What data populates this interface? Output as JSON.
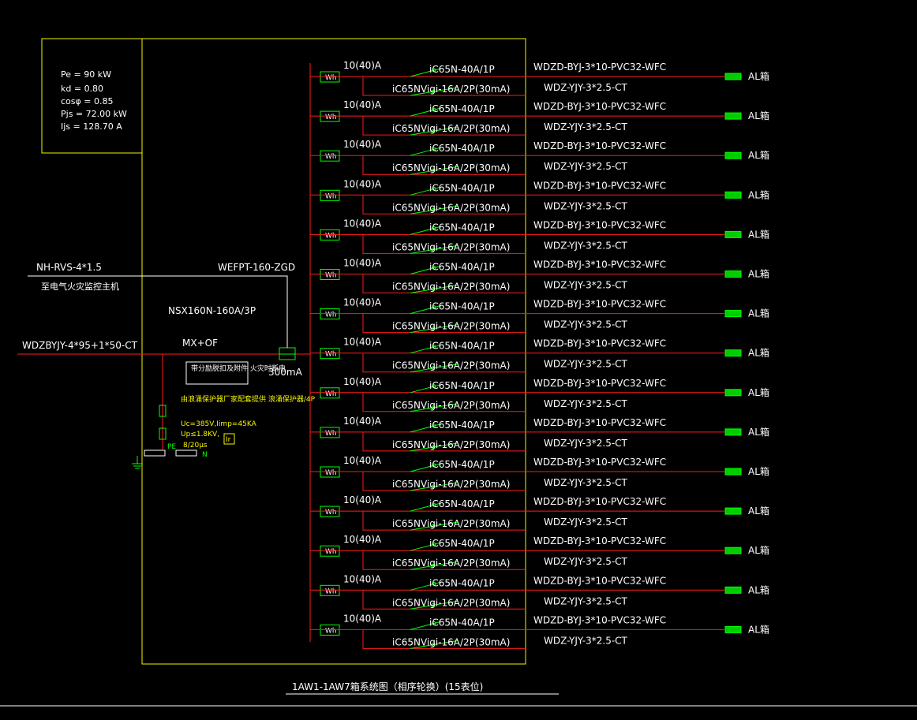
{
  "summary": {
    "pe": "Pe = 90 kW",
    "kd": "kd = 0.80",
    "cosphi": "cosφ = 0.85",
    "pjs": "Pjs = 72.00 kW",
    "ijs": "Ijs = 128.70 A"
  },
  "incoming": {
    "cable": "WDZBYJY-4*95+1*50-CT",
    "shunt_trip": "MX+OF",
    "main_breaker": "NSX160N-160A/3P",
    "leakage": "300mA",
    "fire_cable": "NH-RVS-4*1.5",
    "fire_note": "至电气火灾监控主机",
    "fire_module": "WEFPT-160-ZGD",
    "fire_cut_note": "带分励脱扣及附件 火灾时断电",
    "spd_title": "由浪涌保护器厂家配套提供 浪涌保护器/4P",
    "spd_uc": "Uc=385V,Iimp=45KA",
    "spd_up": "Up≤1.8KV,",
    "spd_wave": "8/20μs",
    "pe_label": "PE",
    "n_label": "N",
    "ir_mark": "Ir"
  },
  "circuits": [
    {
      "meter": "10(40)A",
      "meter_icon": "Wh",
      "breaker1": "iC65N-40A/1P",
      "breaker2": "iC65NVigi-16A/2P(30mA)",
      "cable1": "WDZD-BYJ-3*10-PVC32-WFC",
      "cable2": "WDZ-YJY-3*2.5-CT",
      "dest": "AL箱"
    },
    {
      "meter": "10(40)A",
      "meter_icon": "Wh",
      "breaker1": "iC65N-40A/1P",
      "breaker2": "iC65NVigi-16A/2P(30mA)",
      "cable1": "WDZD-BYJ-3*10-PVC32-WFC",
      "cable2": "WDZ-YJY-3*2.5-CT",
      "dest": "AL箱"
    },
    {
      "meter": "10(40)A",
      "meter_icon": "Wh",
      "breaker1": "iC65N-40A/1P",
      "breaker2": "iC65NVigi-16A/2P(30mA)",
      "cable1": "WDZD-BYJ-3*10-PVC32-WFC",
      "cable2": "WDZ-YJY-3*2.5-CT",
      "dest": "AL箱"
    },
    {
      "meter": "10(40)A",
      "meter_icon": "Wh",
      "breaker1": "iC65N-40A/1P",
      "breaker2": "iC65NVigi-16A/2P(30mA)",
      "cable1": "WDZD-BYJ-3*10-PVC32-WFC",
      "cable2": "WDZ-YJY-3*2.5-CT",
      "dest": "AL箱"
    },
    {
      "meter": "10(40)A",
      "meter_icon": "Wh",
      "breaker1": "iC65N-40A/1P",
      "breaker2": "iC65NVigi-16A/2P(30mA)",
      "cable1": "WDZD-BYJ-3*10-PVC32-WFC",
      "cable2": "WDZ-YJY-3*2.5-CT",
      "dest": "AL箱"
    },
    {
      "meter": "10(40)A",
      "meter_icon": "Wh",
      "breaker1": "iC65N-40A/1P",
      "breaker2": "iC65NVigi-16A/2P(30mA)",
      "cable1": "WDZD-BYJ-3*10-PVC32-WFC",
      "cable2": "WDZ-YJY-3*2.5-CT",
      "dest": "AL箱"
    },
    {
      "meter": "10(40)A",
      "meter_icon": "Wh",
      "breaker1": "iC65N-40A/1P",
      "breaker2": "iC65NVigi-16A/2P(30mA)",
      "cable1": "WDZD-BYJ-3*10-PVC32-WFC",
      "cable2": "WDZ-YJY-3*2.5-CT",
      "dest": "AL箱"
    },
    {
      "meter": "10(40)A",
      "meter_icon": "Wh",
      "breaker1": "iC65N-40A/1P",
      "breaker2": "iC65NVigi-16A/2P(30mA)",
      "cable1": "WDZD-BYJ-3*10-PVC32-WFC",
      "cable2": "WDZ-YJY-3*2.5-CT",
      "dest": "AL箱"
    },
    {
      "meter": "10(40)A",
      "meter_icon": "Wh",
      "breaker1": "iC65N-40A/1P",
      "breaker2": "iC65NVigi-16A/2P(30mA)",
      "cable1": "WDZD-BYJ-3*10-PVC32-WFC",
      "cable2": "WDZ-YJY-3*2.5-CT",
      "dest": "AL箱"
    },
    {
      "meter": "10(40)A",
      "meter_icon": "Wh",
      "breaker1": "iC65N-40A/1P",
      "breaker2": "iC65NVigi-16A/2P(30mA)",
      "cable1": "WDZD-BYJ-3*10-PVC32-WFC",
      "cable2": "WDZ-YJY-3*2.5-CT",
      "dest": "AL箱"
    },
    {
      "meter": "10(40)A",
      "meter_icon": "Wh",
      "breaker1": "iC65N-40A/1P",
      "breaker2": "iC65NVigi-16A/2P(30mA)",
      "cable1": "WDZD-BYJ-3*10-PVC32-WFC",
      "cable2": "WDZ-YJY-3*2.5-CT",
      "dest": "AL箱"
    },
    {
      "meter": "10(40)A",
      "meter_icon": "Wh",
      "breaker1": "iC65N-40A/1P",
      "breaker2": "iC65NVigi-16A/2P(30mA)",
      "cable1": "WDZD-BYJ-3*10-PVC32-WFC",
      "cable2": "WDZ-YJY-3*2.5-CT",
      "dest": "AL箱"
    },
    {
      "meter": "10(40)A",
      "meter_icon": "Wh",
      "breaker1": "iC65N-40A/1P",
      "breaker2": "iC65NVigi-16A/2P(30mA)",
      "cable1": "WDZD-BYJ-3*10-PVC32-WFC",
      "cable2": "WDZ-YJY-3*2.5-CT",
      "dest": "AL箱"
    },
    {
      "meter": "10(40)A",
      "meter_icon": "Wh",
      "breaker1": "iC65N-40A/1P",
      "breaker2": "iC65NVigi-16A/2P(30mA)",
      "cable1": "WDZD-BYJ-3*10-PVC32-WFC",
      "cable2": "WDZ-YJY-3*2.5-CT",
      "dest": "AL箱"
    },
    {
      "meter": "10(40)A",
      "meter_icon": "Wh",
      "breaker1": "iC65N-40A/1P",
      "breaker2": "iC65NVigi-16A/2P(30mA)",
      "cable1": "WDZD-BYJ-3*10-PVC32-WFC",
      "cable2": "WDZ-YJY-3*2.5-CT",
      "dest": "AL箱"
    }
  ],
  "caption": "1AW1-1AW7箱系统图（相序轮换）(15表位)",
  "colors": {
    "frame": "#f5f500",
    "feeder": "#ff1a1a",
    "symbol": "#00ff00",
    "text": "#ffffff"
  }
}
